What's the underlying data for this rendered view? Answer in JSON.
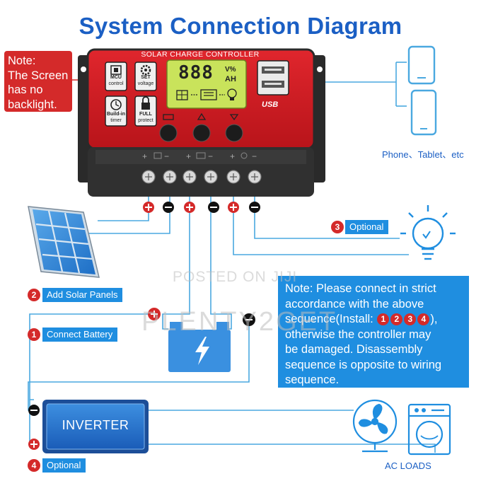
{
  "title": "System Connection Diagram",
  "screen_note": [
    "Note:",
    "The Screen",
    "has no",
    "backlight."
  ],
  "controller": {
    "header": "SOLAR CHARGE CONTROLLER",
    "lcd_digits": "888",
    "lcd_unit_top": "V%",
    "lcd_unit_bottom": "AH",
    "usb_label": "USB",
    "buttons": [
      {
        "label_1": "MCU",
        "label_2": "control",
        "icon": "chip-icon"
      },
      {
        "label_1": "SET",
        "label_2": "voltage",
        "icon": "gear-icon"
      },
      {
        "label_1": "Build-in",
        "label_2": "timer",
        "icon": "clock-icon"
      },
      {
        "label_1": "FULL",
        "label_2": "protect",
        "icon": "lock-icon"
      }
    ],
    "terminal_symbols": [
      "+",
      "−",
      "+",
      "−",
      "+",
      "−"
    ]
  },
  "devices_label": "Phone、Tablet、etc",
  "labels": {
    "optional_load": {
      "num": "3",
      "text": "Optional"
    },
    "solar": {
      "num": "2",
      "text": "Add Solar Panels"
    },
    "battery": {
      "num": "1",
      "text": "Connect Battery"
    },
    "inverter_opt": {
      "num": "4",
      "text": "Optional"
    }
  },
  "inverter_label": "INVERTER",
  "ac_loads_label": "AC LOADS",
  "install_note": {
    "line1": "Note: Please connect in strict",
    "line2": "accordance with the above",
    "line3_prefix": "sequence(Install: ",
    "sequence": [
      "1",
      "2",
      "3",
      "4"
    ],
    "line3_suffix": "),",
    "line4": "otherwise the controller may",
    "line5": "be damaged. Disassembly",
    "line6": "sequence is opposite to wiring",
    "line7": "sequence."
  },
  "watermark": {
    "line1": "POSTED ON JIJI",
    "line2": "PLENTY2GET"
  },
  "colors": {
    "accent_blue": "#1b5fc4",
    "wire_blue": "#4aa8e0",
    "note_blue": "#1f8ee0",
    "red": "#d42a2a",
    "controller_red": "#c8161d"
  }
}
